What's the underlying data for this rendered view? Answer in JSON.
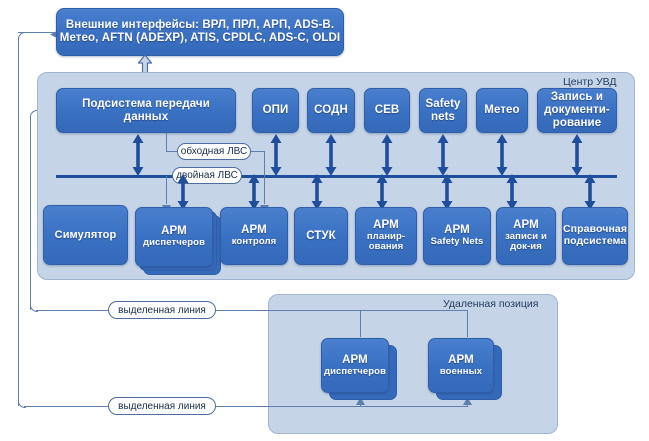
{
  "diagram": {
    "title_top": "Внешние интерфейсы: ВРЛ, ПРЛ, АРП, ADS-B. Метео, AFTN (ADEXP), ATIS, CPDLC, ADS-C, OLDI",
    "external_box": {
      "line1": "Внешние интерфейсы: ВРЛ, ПРЛ, АРП, ADS-B.",
      "line2": "Метео, AFTN (ADEXP), ATIS, CPDLC, ADS-C, OLDI"
    },
    "center_panel": {
      "label": "Центр УВД",
      "transfer_box": {
        "line1": "Подсистема передачи",
        "line2": "данных"
      },
      "top_row": [
        {
          "name": "opi",
          "line1": "ОПИ"
        },
        {
          "name": "sodn",
          "line1": "СОДН"
        },
        {
          "name": "sev",
          "line1": "СЕВ"
        },
        {
          "name": "safety-nets",
          "line1": "Safety",
          "line2": "nets"
        },
        {
          "name": "meteo",
          "line1": "Метео"
        },
        {
          "name": "recording",
          "line1": "Запись и",
          "line2": "документи-",
          "line3": "рование"
        }
      ],
      "bus_labels": {
        "bypass": "обходная ЛВС",
        "dual": "двойная ЛВС"
      },
      "bottom_row": [
        {
          "name": "simulator",
          "line1": "Симулятор",
          "stacked": false
        },
        {
          "name": "arm-dispatchers",
          "line1": "АРМ",
          "line2": "диспетчеров",
          "stacked": true
        },
        {
          "name": "arm-control",
          "line1": "АРМ",
          "line2": "контроля",
          "stacked": false
        },
        {
          "name": "stuk",
          "line1": "СТУК",
          "stacked": false
        },
        {
          "name": "arm-planning",
          "line1": "АРМ",
          "line2": "планир-",
          "line3": "ования",
          "stacked": false
        },
        {
          "name": "arm-safety-nets",
          "line1": "АРМ",
          "line2": "Safety Nets",
          "stacked": false
        },
        {
          "name": "arm-recording",
          "line1": "АРМ",
          "line2": "записи и",
          "line3": "док-ия",
          "stacked": false
        },
        {
          "name": "reference-subsystem",
          "line1": "Справочная",
          "line2": "подсистема",
          "stacked": false
        }
      ]
    },
    "remote_panel": {
      "label": "Удаленная позиция",
      "nodes": [
        {
          "name": "arm-dispatchers-remote",
          "line1": "АРМ",
          "line2": "диспетчеров",
          "stacked": true
        },
        {
          "name": "arm-military",
          "line1": "АРМ",
          "line2": "военных",
          "stacked": true
        }
      ]
    },
    "dedicated_lines": [
      {
        "name": "dedicated-line-upper",
        "label": "выделенная линия"
      },
      {
        "name": "dedicated-line-lower",
        "label": "выделенная линия"
      }
    ],
    "colors": {
      "node_blue": "#3a70c2",
      "panel_bg": "#c6d4e7",
      "bus_blue": "#1f4e9c",
      "line_blue": "#5f7fae",
      "page_bg": "#ffffff"
    }
  }
}
